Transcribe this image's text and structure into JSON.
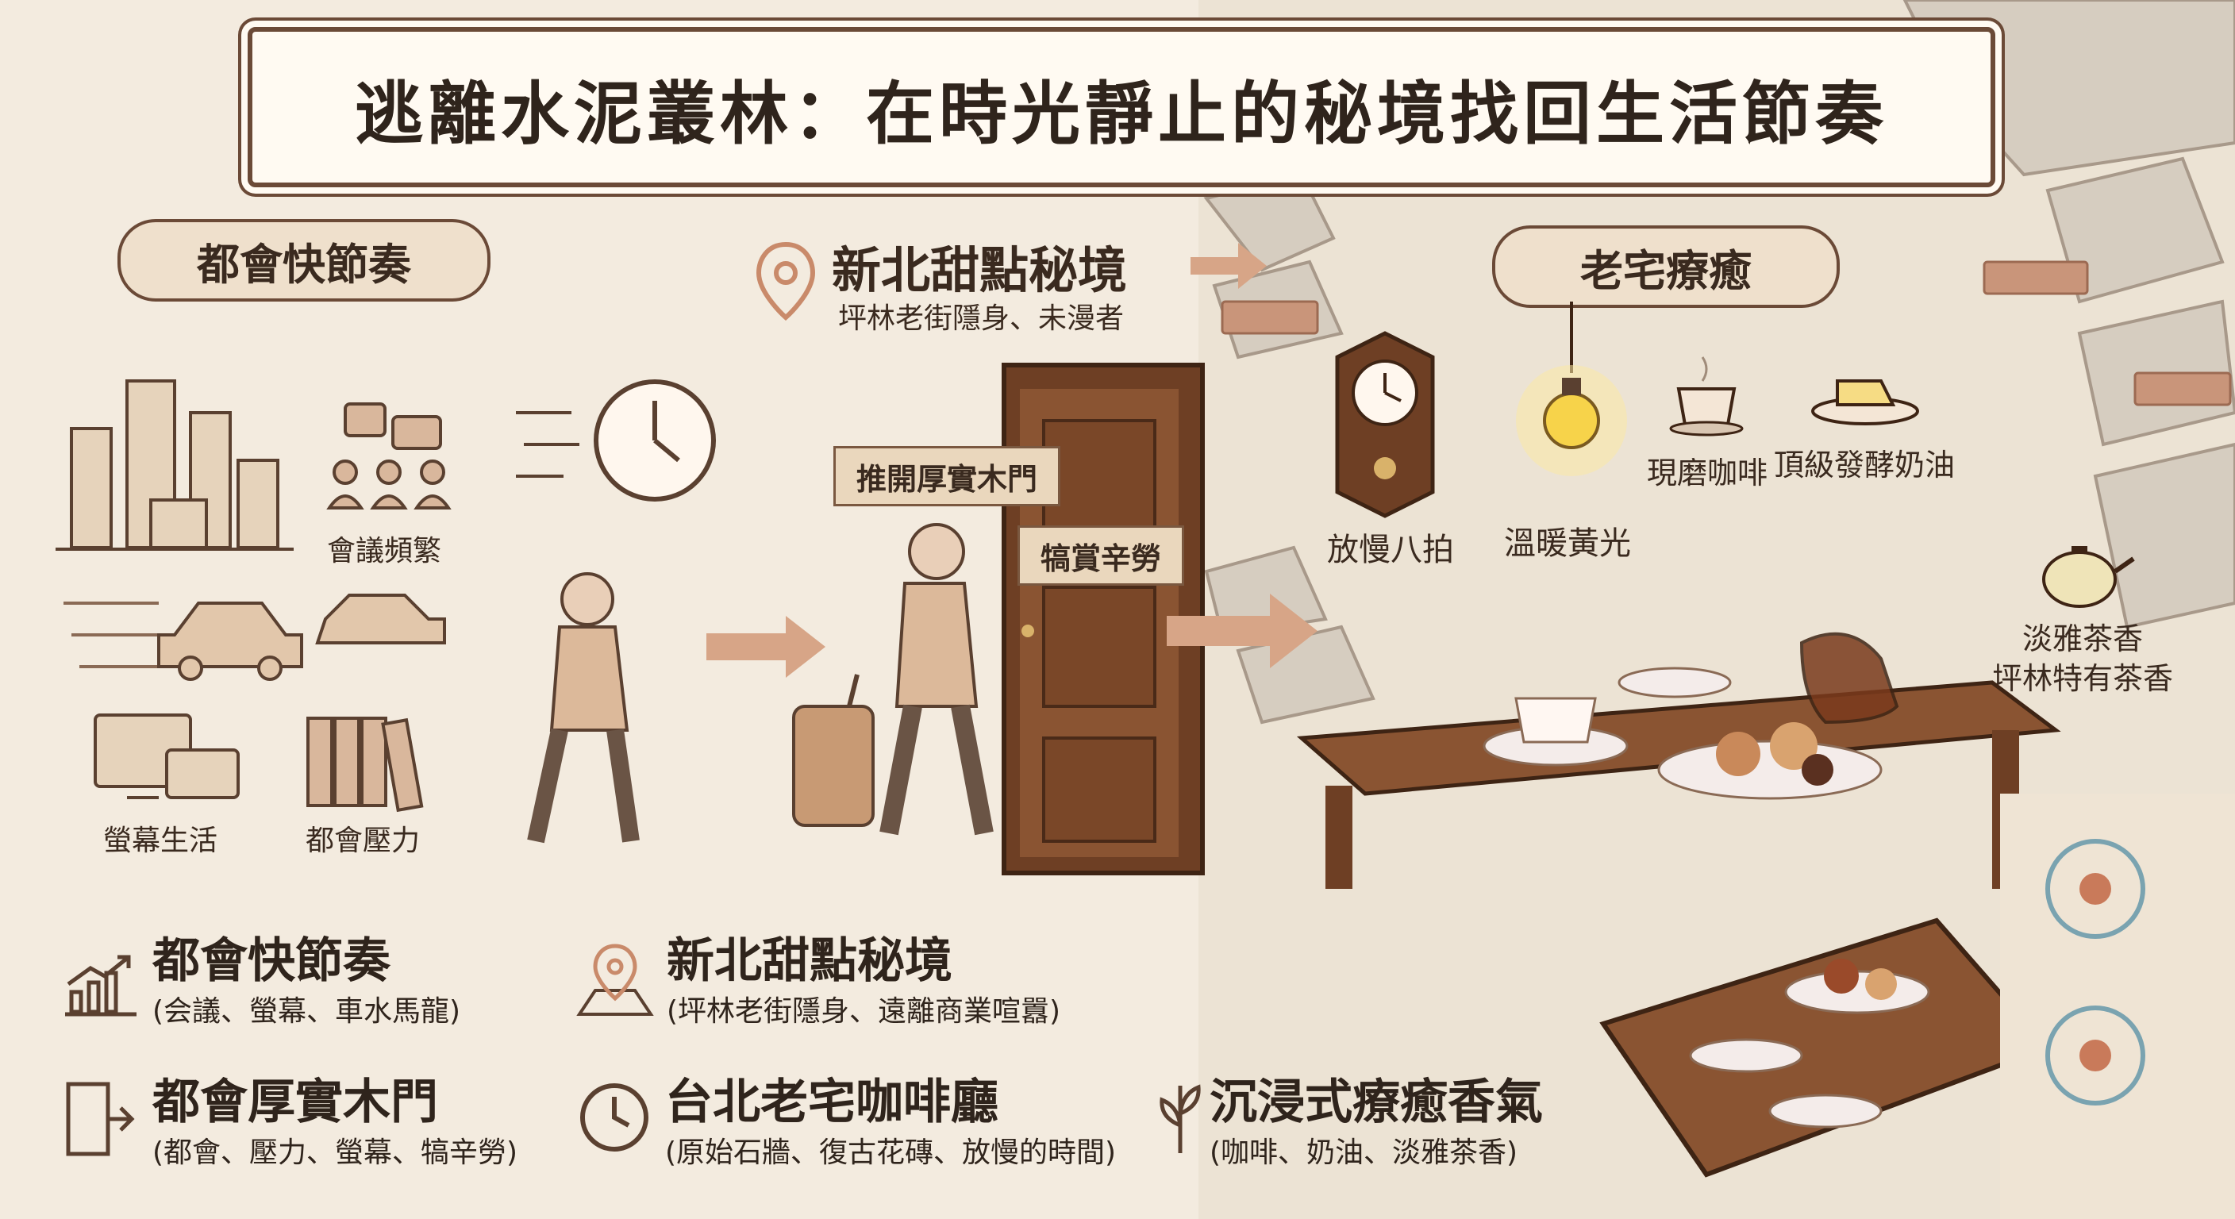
{
  "title": "逃離水泥叢林：在時光靜止的秘境找回生活節奏",
  "sections": {
    "city_pill": "都會快節奏",
    "house_pill": "老宅療癒"
  },
  "location": {
    "title": "新北甜點秘境",
    "subtitle": "坪林老街隱身、未漫者"
  },
  "city_icons": {
    "meetings": "會議頻繁",
    "screens": "螢幕生活",
    "pressure": "都會壓力"
  },
  "door_tags": {
    "push": "推開厚實木門",
    "reward": "犒賞辛勞"
  },
  "house_items": {
    "clock": "放慢八拍",
    "light": "溫暖黃光",
    "coffee": "現磨咖啡",
    "butter": "頂級發酵奶油",
    "tea_line1": "淡雅茶香",
    "tea_line2": "坪林特有茶香"
  },
  "summary": [
    {
      "title": "都會快節奏",
      "sub": "(会議、螢幕、車水馬龍)",
      "icon": "growth-chart-icon"
    },
    {
      "title": "新北甜點秘境",
      "sub": "(坪林老街隱身、遠離商業喧囂)",
      "icon": "map-pin-icon"
    },
    {
      "title": "都會厚實木門",
      "sub": "(都會、壓力、螢幕、犒辛勞)",
      "icon": "door-exit-icon"
    },
    {
      "title": "台北老宅咖啡廳",
      "sub": "(原始石牆、復古花磚、放慢的時間)",
      "icon": "clock-icon"
    },
    {
      "title": "沉浸式療癒香氣",
      "sub": "(咖啡、奶油、淡雅茶香)",
      "icon": "leaf-icon"
    }
  ],
  "colors": {
    "background": "#f3ebdf",
    "outline": "#6b4a37",
    "accent": "#c98a6a",
    "wood": "#7a4a2c"
  }
}
